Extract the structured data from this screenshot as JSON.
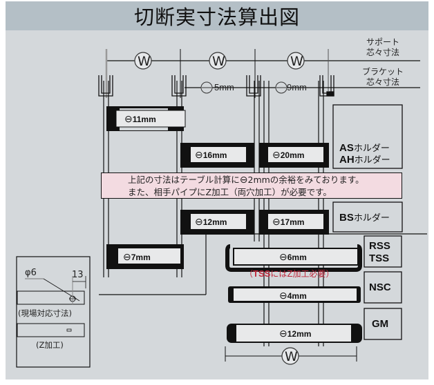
{
  "title": "切断実寸法算出図",
  "labels": {
    "support_pitch_line1": "サポート",
    "support_pitch_line2": "芯々寸法",
    "bracket_pitch_line1": "ブラケット",
    "bracket_pitch_line2": "芯々寸法",
    "w_symbol": "W",
    "minus_symbol": "⊖"
  },
  "offsets": {
    "support_offset": "5mm",
    "bracket_offset": "9mm"
  },
  "holders": [
    {
      "bold": "AS",
      "rest": "ホルダー"
    },
    {
      "bold": "AH",
      "rest": "ホルダー"
    },
    {
      "bold": "BS",
      "rest": "ホルダー"
    }
  ],
  "pipes": {
    "p11": "11mm",
    "p16": "16mm",
    "p20": "20mm",
    "p12a": "12mm",
    "p17": "17mm",
    "p7": "7mm",
    "p6": "6mm",
    "p4": "4mm",
    "p12b": "12mm"
  },
  "note": {
    "line1_pre": "上記の寸法はテーブル計算に",
    "line1_post": "2mmの余裕をみております。",
    "line2": "また、相手パイプにZ加工（両穴加工）が必要です。"
  },
  "tss_note": {
    "open": "（",
    "bold": "TSS",
    "rest": "にはZ加工必要）",
    "color": "#c0283c"
  },
  "series": {
    "rss": "RSS",
    "tss": "TSS",
    "nsc": "NSC",
    "gm": "GM"
  },
  "inset": {
    "phi": "φ6",
    "dim13": "13",
    "field_label": "(現場対応寸法)",
    "z_label": "(Z加工)"
  }
}
